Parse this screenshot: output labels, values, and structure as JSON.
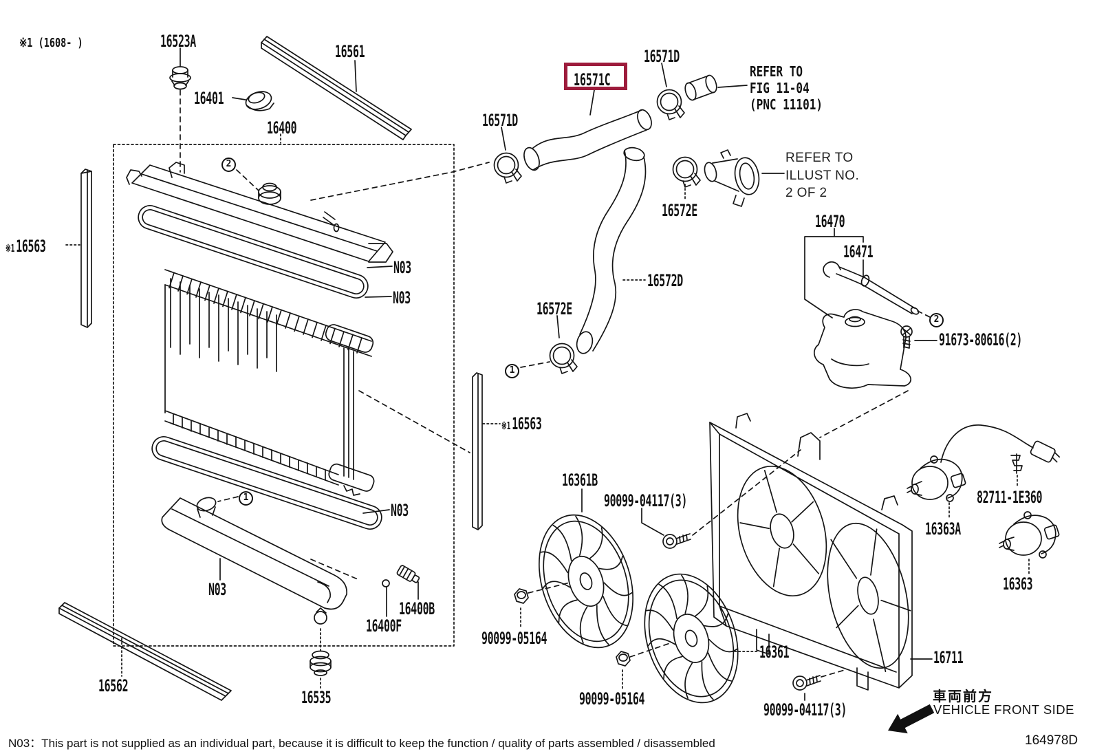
{
  "diagram": {
    "header_note": "※1 (1608-      )",
    "marker": "※1",
    "footer_note": "N03：This part is not supplied as an individual part, because it is difficult to keep the function / quality of parts assembled / disassembled",
    "doc_code": "164978D",
    "highlight_color": "#9d1c3c",
    "front_side_jp": "車両前方",
    "front_side_en": "VEHICLE FRONT SIDE",
    "circled_one": "1",
    "circled_two": "2",
    "refer_fig": {
      "line1": "REFER TO",
      "line2": "FIG 11-04",
      "line3": "(PNC 11101)"
    },
    "refer_illust": {
      "line1": "REFER TO",
      "line2": "ILLUST NO.",
      "line3": "2 OF 2"
    }
  },
  "parts": {
    "p16523A": "16523A",
    "p16401": "16401",
    "p16400": "16400",
    "p16561": "16561",
    "p16571C": "16571C",
    "p16571D": "16571D",
    "p16572E": "16572E",
    "p16572D": "16572D",
    "p16563": "16563",
    "p16470": "16470",
    "p16471": "16471",
    "p91673": "91673-80616(2)",
    "n03": "N03",
    "p16361B": "16361B",
    "p90099_04117": "90099-04117(3)",
    "p82711": "82711-1E360",
    "p16363A": "16363A",
    "p16363": "16363",
    "p90099_05164": "90099-05164",
    "p16361": "16361",
    "p16711": "16711",
    "p16535": "16535",
    "p16562": "16562",
    "p16400B": "16400B",
    "p16400F": "16400F"
  }
}
